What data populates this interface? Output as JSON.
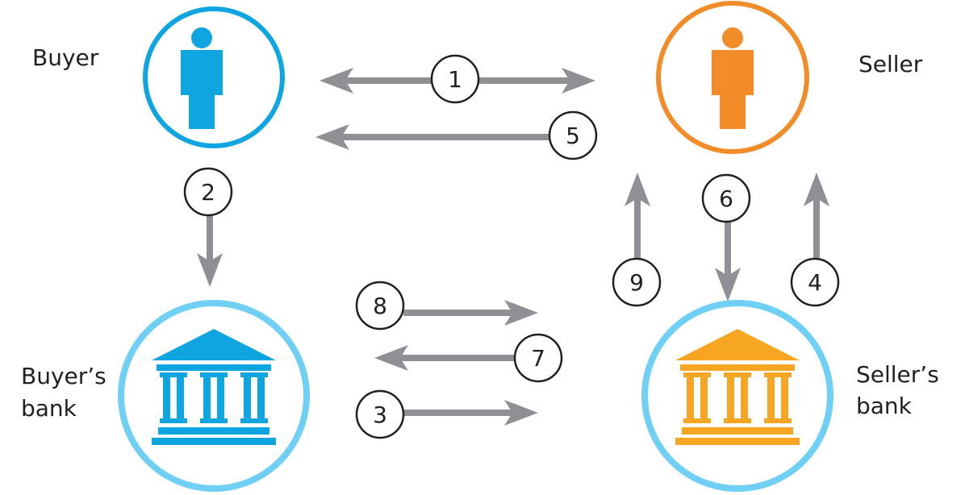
{
  "colors": {
    "buyer": "#0ea5e0",
    "buyer_bank_ring": "#6fcff5",
    "buyer_bank_icon": "#0ea5e0",
    "seller": "#f28c28",
    "seller_bank_ring": "#6fcff5",
    "seller_bank_icon": "#f6a623",
    "arrow": "#8e9095",
    "step_border": "#231f20",
    "text": "#231f20"
  },
  "labels": {
    "buyer": "Buyer",
    "seller": "Seller",
    "buyer_bank_line1": "Buyer’s",
    "buyer_bank_line2": "bank",
    "seller_bank_line1": "Seller’s",
    "seller_bank_line2": "bank"
  },
  "icons": {
    "buyer": "person-icon",
    "seller": "person-icon",
    "buyer_bank": "bank-building-icon",
    "seller_bank": "bank-building-icon"
  },
  "steps": {
    "s1": "1",
    "s2": "2",
    "s3": "3",
    "s4": "4",
    "s5": "5",
    "s6": "6",
    "s7": "7",
    "s8": "8",
    "s9": "9"
  }
}
